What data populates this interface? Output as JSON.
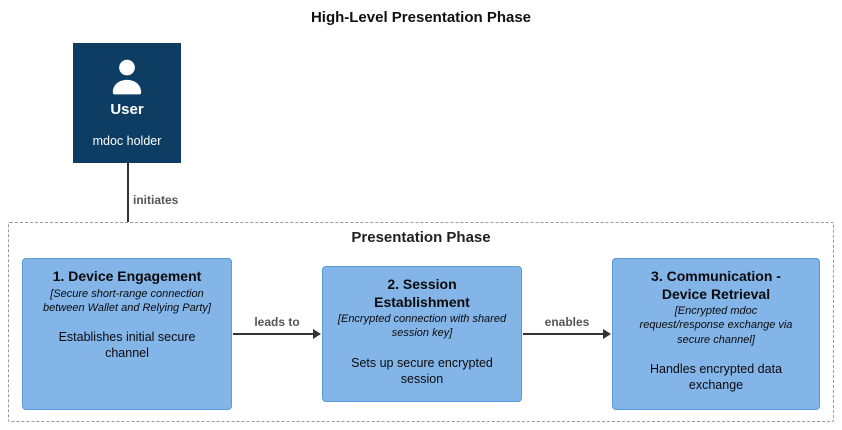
{
  "title": "High-Level Presentation Phase",
  "actor": {
    "name": "User",
    "subtitle": "mdoc holder"
  },
  "container": {
    "label": "Presentation Phase"
  },
  "edges": {
    "initiates": "initiates",
    "leads_to": "leads to",
    "enables": "enables"
  },
  "nodes": [
    {
      "title": "1. Device Engagement",
      "detail": "[Secure short-range connection between Wallet and Relying Party]",
      "description": "Establishes initial secure channel"
    },
    {
      "title": "2. Session Establishment",
      "detail": "[Encrypted connection with shared session key]",
      "description": "Sets up secure encrypted session"
    },
    {
      "title": "3. Communication - Device Retrieval",
      "detail": "[Encrypted mdoc request/response exchange via secure channel]",
      "description": "Handles encrypted data exchange"
    }
  ],
  "colors": {
    "actor_fill": "#0d3d63",
    "node_fill": "#84b5e8",
    "node_border": "#5a9bd5",
    "edge_color": "#333333",
    "edge_label_color": "#555555",
    "dashed_border": "#999999"
  }
}
